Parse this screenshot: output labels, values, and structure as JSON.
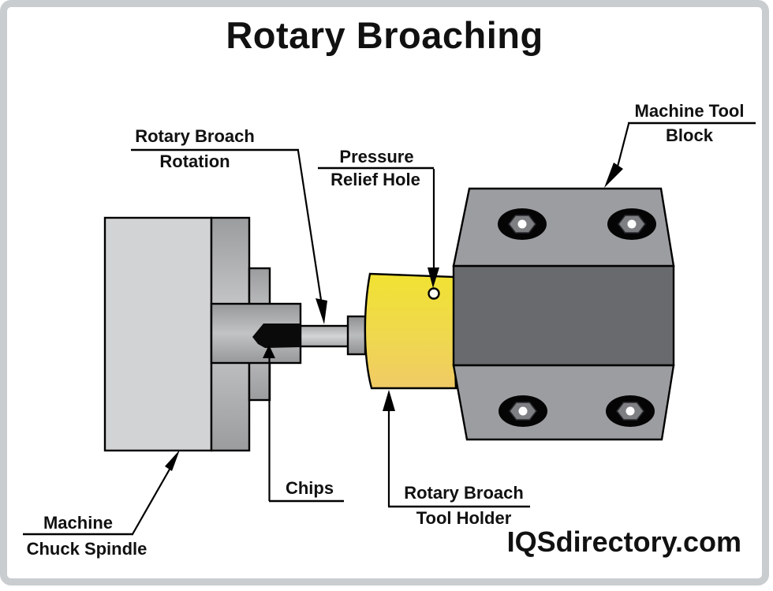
{
  "title": "Rotary Broaching",
  "watermark": "IQSdirectory.com",
  "labels": {
    "rotary_broach_rotation": {
      "line1": "Rotary Broach",
      "line2": "Rotation"
    },
    "pressure_relief_hole": {
      "line1": "Pressure",
      "line2": "Relief Hole"
    },
    "machine_tool_block": {
      "line1": "Machine Tool",
      "line2": "Block"
    },
    "chips": {
      "text": "Chips"
    },
    "machine_chuck_spindle": {
      "line1": "Machine",
      "line2": "Chuck Spindle"
    },
    "rotary_broach_tool_holder": {
      "line1": "Rotary Broach",
      "line2": "Tool Holder"
    }
  },
  "colors": {
    "frame": "#c9cdcf",
    "line": "#000000",
    "text": "#111111",
    "chuck_body": "#d2d3d5",
    "jaw_dark": "#9b9c9e",
    "jaw_light": "#cbccce",
    "boss_dark": "#97989a",
    "boss_light": "#c2c3c5",
    "shaft_dark": "#a9aaac",
    "shaft_light": "#d4d5d7",
    "collar_dark": "#8f9092",
    "collar_light": "#bbbcbe",
    "holder_yellow_top": "#f1e232",
    "holder_yellow_mid": "#efd84e",
    "holder_yellow_bottom": "#f0ca66",
    "block_gray": "#9c9da1",
    "block_dark_band": "#696a6d",
    "bolt_black": "#050505",
    "bolt_hex": "#7e7f83",
    "bolt_pin": "#ffffff",
    "chips_black": "#0a0a0a",
    "hole_fill": "#fffef2"
  }
}
